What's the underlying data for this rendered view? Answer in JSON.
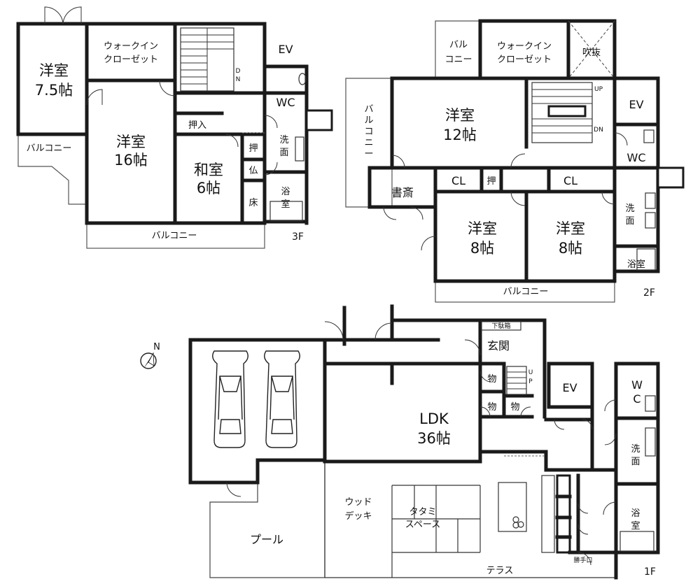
{
  "floor3": {
    "floor_label": "3F",
    "walkin_closet_1": "ウォークイン",
    "walkin_closet_2": "クローゼット",
    "ev": "EV",
    "western_small_1": "洋室",
    "western_small_2": "7.5帖",
    "dn": "DN",
    "wc": "WC",
    "oshiire": "押入",
    "western_big_1": "洋室",
    "western_big_2": "16帖",
    "oshi": "押",
    "senmen": "洗面",
    "balcony_left": "バルコニー",
    "washitsu_1": "和室",
    "washitsu_2": "6帖",
    "butsu": "仏",
    "toko": "床",
    "yokushitsu": "浴室",
    "balcony_bottom": "バルコニー"
  },
  "floor2": {
    "floor_label": "2F",
    "balcony_top": "バルコニー",
    "walkin_closet_1": "ウォークイン",
    "walkin_closet_2": "クローゼット",
    "fukinuke": "吹抜",
    "up": "UP",
    "dn": "DN",
    "ev": "EV",
    "balcony_left": "バルコニー",
    "western12_1": "洋室",
    "western12_2": "12帖",
    "wc": "WC",
    "shosai": "書斎",
    "cl_1": "CL",
    "oshi": "押",
    "cl_2": "CL",
    "senmen": "洗面",
    "western8a_1": "洋室",
    "western8a_2": "8帖",
    "western8b_1": "洋室",
    "western8b_2": "8帖",
    "yokushitsu": "浴室",
    "balcony_bottom": "バルコニー"
  },
  "floor1": {
    "floor_label": "1F",
    "north": "N",
    "getabako": "下駄箱",
    "genkan": "玄関",
    "mono_1": "物",
    "up": "UP",
    "ev": "EV",
    "wc": "WC",
    "mono_2": "物",
    "mono_3": "物",
    "ldk_1": "LDK",
    "ldk_2": "36帖",
    "senmen": "洗面",
    "wood_deck_1": "ウッド",
    "wood_deck_2": "デッキ",
    "tatami_1": "タタミ",
    "tatami_2": "スペース",
    "yokushitsu": "浴室",
    "pool": "プール",
    "terrace": "テラス",
    "katteguchi": "勝手口"
  }
}
